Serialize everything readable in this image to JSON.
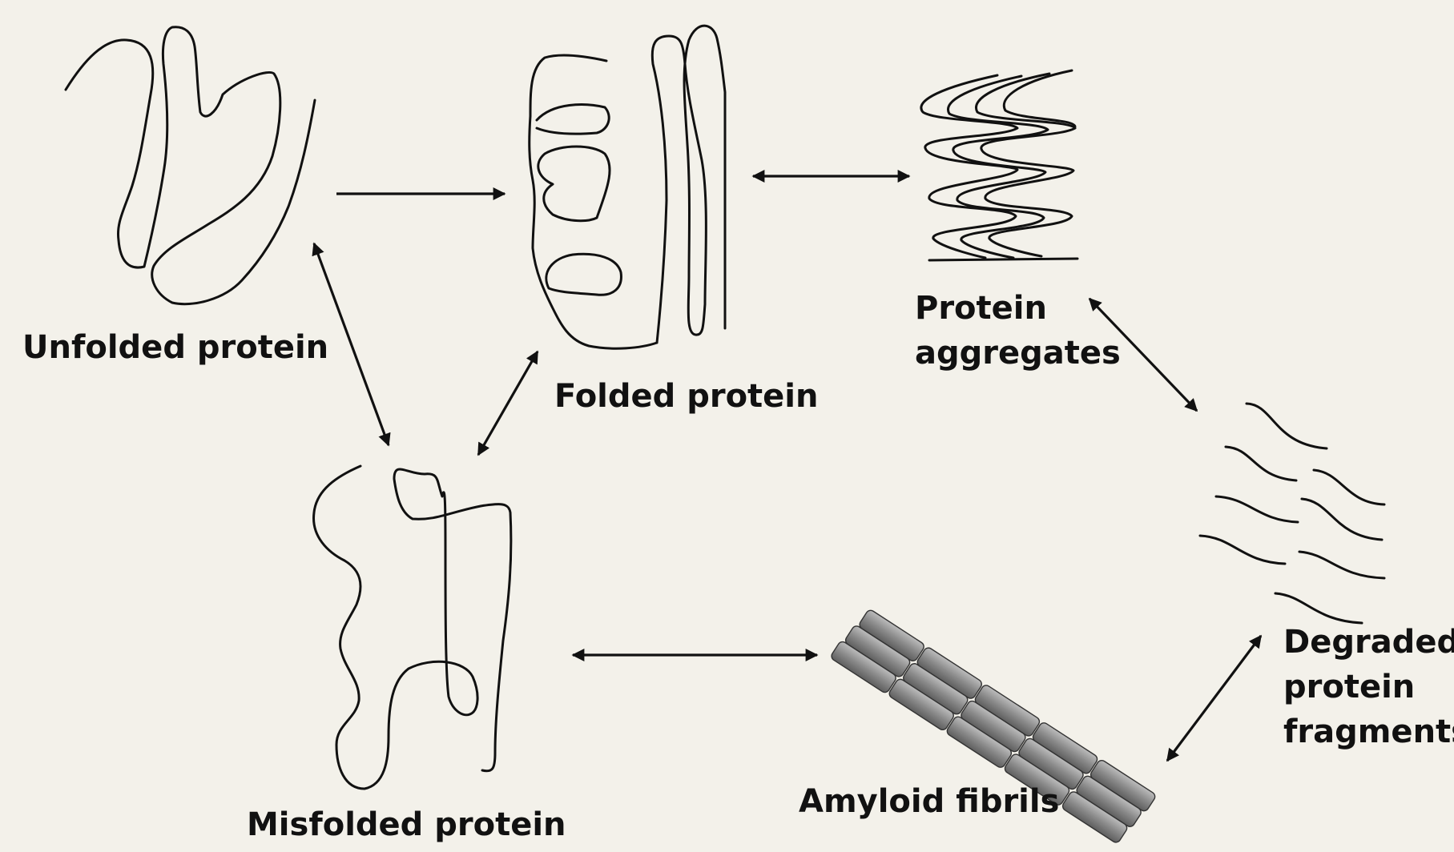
{
  "labels": {
    "unfolded": "Unfolded protein",
    "folded": "Folded protein",
    "aggregates": "Protein aggregates",
    "misfolded": "Misfolded protein",
    "amyloid": "Amyloid fibrils",
    "degraded": "Degraded protein fragments"
  },
  "colors": {
    "background": "#f3f1ea",
    "ink": "#111111",
    "fibril": "#8c8c8c"
  }
}
